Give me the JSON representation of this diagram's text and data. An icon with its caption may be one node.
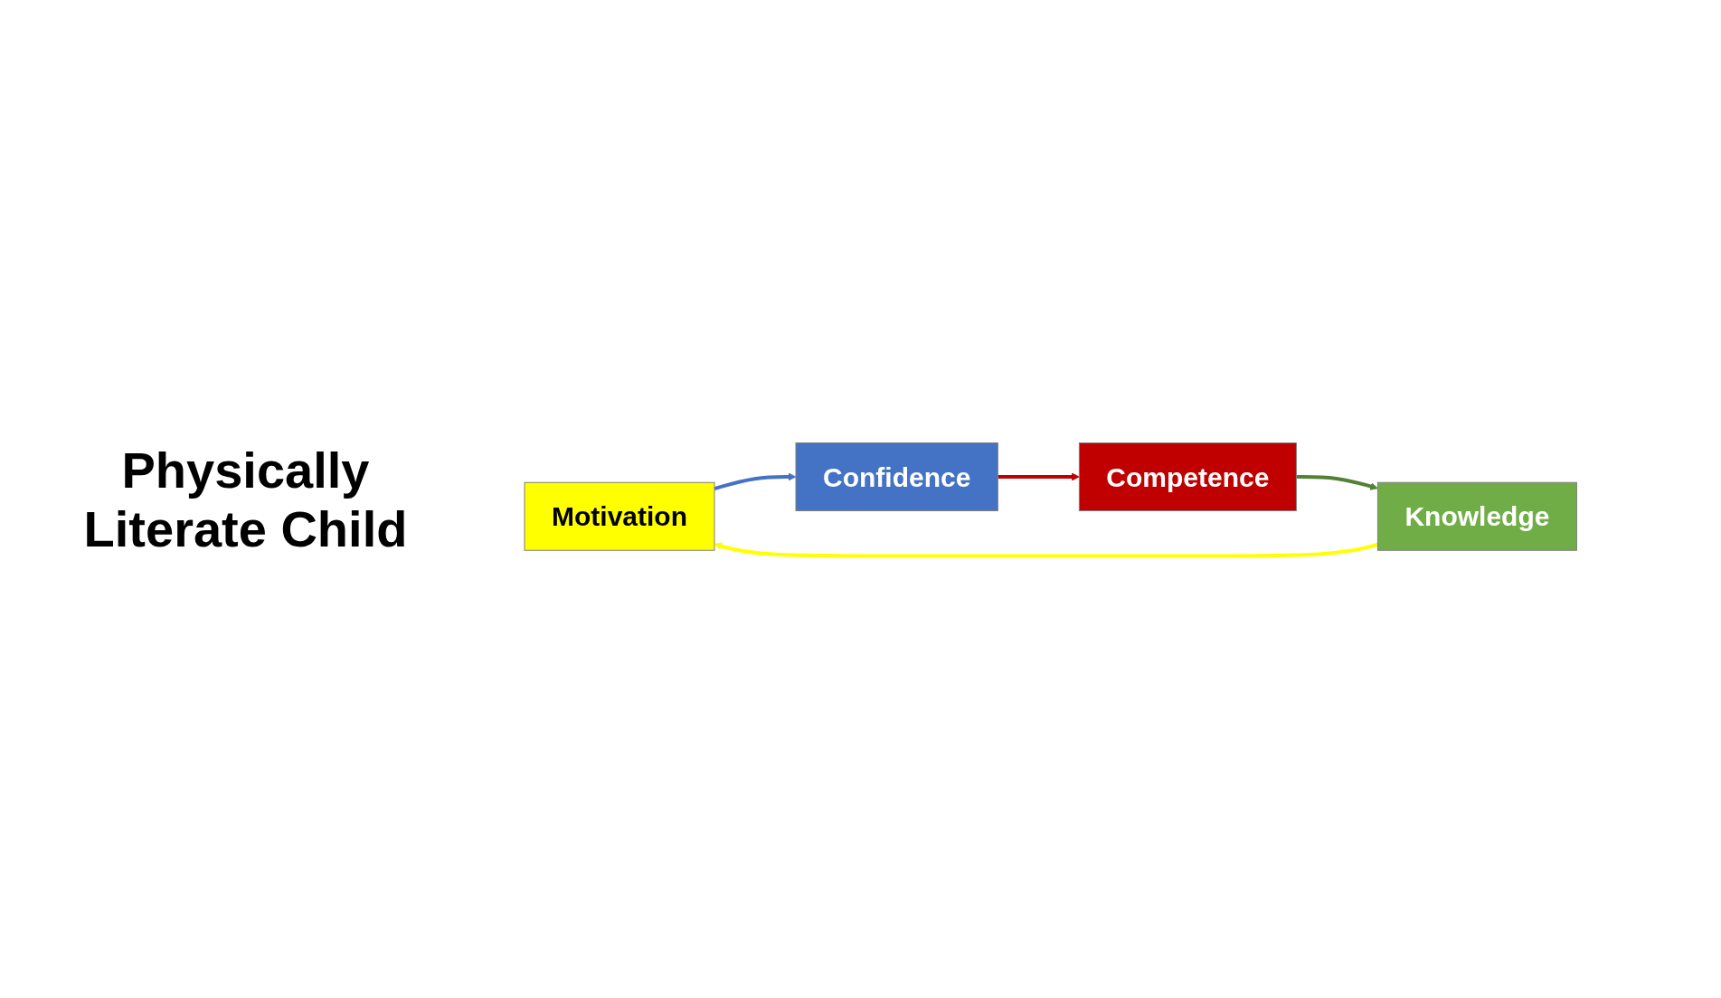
{
  "diagram": {
    "nodes": [
      {
        "text": [
          "Motivation"
        ]
      },
      {
        "text": [
          "Confidence"
        ]
      },
      {
        "text": [
          "Competence"
        ]
      },
      {
        "text": [
          "Knowledge"
        ]
      }
    ],
    "edges": [
      {
        "from": 3,
        "to": 0,
        "arrow": "to",
        "color": "#ffff00"
      },
      {
        "from": 0,
        "to": 1,
        "arrow": "to",
        "color": "#4472c4"
      },
      {
        "from": 1,
        "to": 2,
        "arrow": "to",
        "color": "#c00000"
      },
      {
        "from": 2,
        "to": 3,
        "arrow": "to",
        "color": "#548235"
      }
    ],
    "labels": [
      "Physically Literate Child"
    ]
  }
}
